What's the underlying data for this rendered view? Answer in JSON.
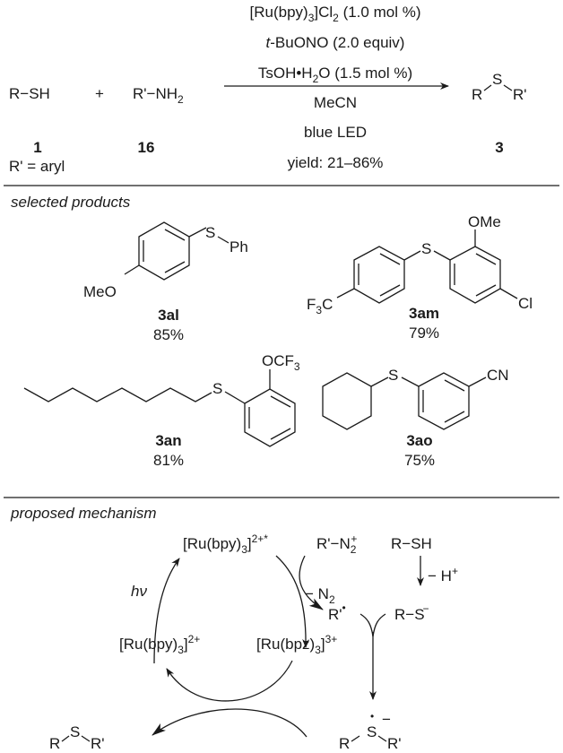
{
  "reaction": {
    "reactant1": "R−SH",
    "plus": "+",
    "reactant2": "R'−NH",
    "reactant2_sub": "2",
    "conditions": {
      "catalyst_main": "[Ru(bpy)",
      "catalyst_sub": "3",
      "catalyst_mid": "]Cl",
      "catalyst_sub2": "2",
      "catalyst_loading": " (1.0 mol %)",
      "reagent_prefix": "t",
      "reagent": "-BuONO (2.0 equiv)",
      "acid_main": "TsOH•H",
      "acid_sub": "2",
      "acid_rest": "O (1.5 mol %)",
      "solvent": "MeCN",
      "light": "blue LED",
      "yield": "yield: 21–86%"
    },
    "product_R": "R",
    "product_S": "S",
    "product_R2": "R'",
    "label1": "1",
    "label16": "16",
    "label3": "3",
    "note": "R' = aryl"
  },
  "products": {
    "heading": "selected products",
    "items": [
      {
        "id": "3al",
        "yield": "85%",
        "sub1": "MeO",
        "S": "S",
        "sub2": "Ph"
      },
      {
        "id": "3am",
        "yield": "79%",
        "sub1": "F",
        "sub1_sub": "3",
        "sub1_rest": "C",
        "S": "S",
        "sub2": "OMe",
        "sub3": "Cl"
      },
      {
        "id": "3an",
        "yield": "81%",
        "S": "S",
        "sub1": "OCF",
        "sub1_sub": "3"
      },
      {
        "id": "3ao",
        "yield": "75%",
        "S": "S",
        "sub1": "CN"
      }
    ]
  },
  "mechanism": {
    "heading": "proposed mechanism",
    "excited": "[Ru(bpy)",
    "excited_sub": "3",
    "excited_sup": "2+*",
    "diazonium": "R'−N",
    "diazonium_sub": "2",
    "diazonium_sup": "+",
    "thiol": "R−SH",
    "minus_N2": "− N",
    "minus_N2_sub": "2",
    "minus_H": "− H",
    "minus_H_sup": "+",
    "aryl_radical": "R'",
    "radical_dot": "•",
    "thiolate": "R−S",
    "thiolate_sup": "−",
    "hv": "hν",
    "ground": "[Ru(bpy)",
    "ground_sub": "3",
    "ground_sup": "2+",
    "oxidized": "[Ru(bpz)",
    "oxidized_sub": "3",
    "oxidized_sup": "3+",
    "product_R": "R",
    "product_S": "S",
    "product_R2": "R'",
    "radical_anion_R": "R",
    "radical_anion_S": "S",
    "radical_anion_R2": "R'",
    "radical_anion_charge": "−"
  }
}
